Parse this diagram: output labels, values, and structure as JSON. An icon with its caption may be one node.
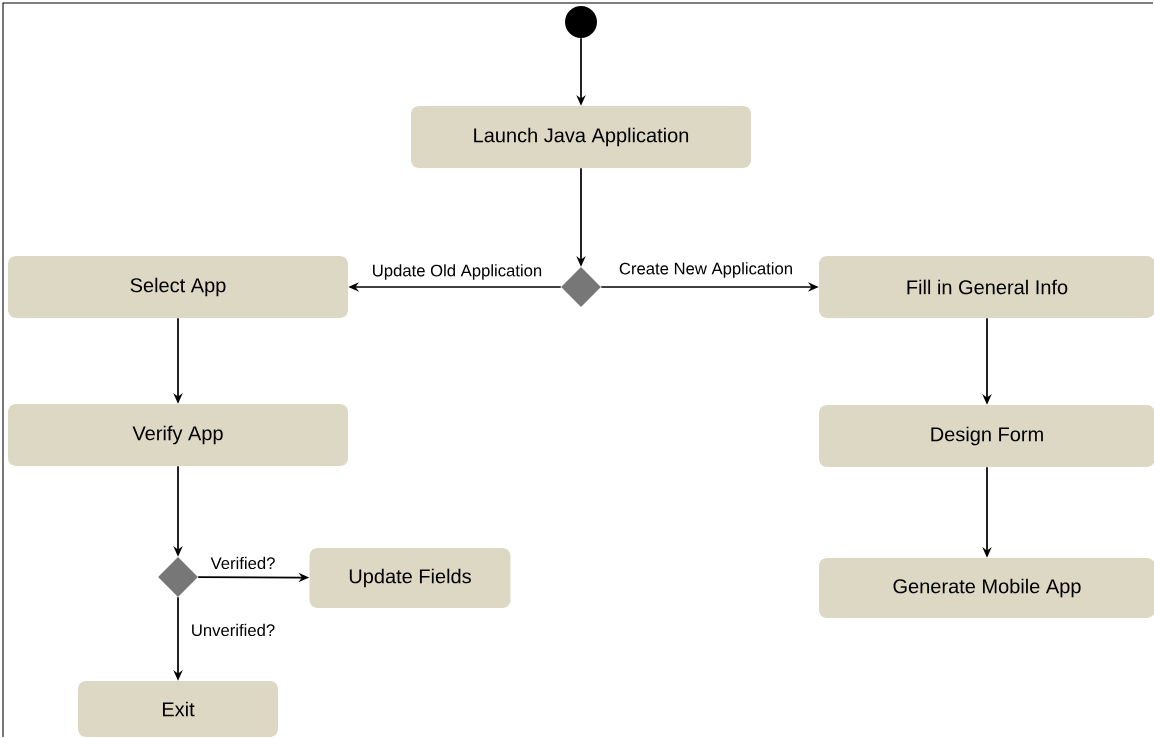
{
  "diagram": {
    "nodes": [
      {
        "text": [],
        "shape": "circle"
      },
      {
        "text": [
          "Launch Java Application"
        ]
      },
      {
        "text": [],
        "shape": "diamond"
      },
      {
        "text": [
          "Select App"
        ]
      },
      {
        "text": [
          "Fill in General Info"
        ]
      },
      {
        "text": [
          "Verify App"
        ]
      },
      {
        "text": [
          "Design Form"
        ]
      },
      {
        "text": [],
        "shape": "diamond"
      },
      {
        "text": [
          "Update Fields"
        ]
      },
      {
        "text": [
          "Generate Mobile App"
        ]
      },
      {
        "text": [
          "Exit"
        ]
      }
    ],
    "edges": [
      {
        "from": 0,
        "to": 1,
        "arrow": "to"
      },
      {
        "from": 1,
        "to": 2,
        "arrow": "to"
      },
      {
        "from": 2,
        "to": 3,
        "arrow": "to",
        "label": "Update Old Application"
      },
      {
        "from": 2,
        "to": 4,
        "arrow": "to",
        "label": "Create New Application"
      },
      {
        "from": 3,
        "to": 5,
        "arrow": "to"
      },
      {
        "from": 4,
        "to": 6,
        "arrow": "to"
      },
      {
        "from": 5,
        "to": 7,
        "arrow": "to"
      },
      {
        "from": 7,
        "to": 8,
        "arrow": "to",
        "label": "Verified?"
      },
      {
        "from": 7,
        "to": 10,
        "arrow": "to",
        "label": "Unverified?"
      },
      {
        "from": 6,
        "to": 9,
        "arrow": "to"
      }
    ]
  }
}
